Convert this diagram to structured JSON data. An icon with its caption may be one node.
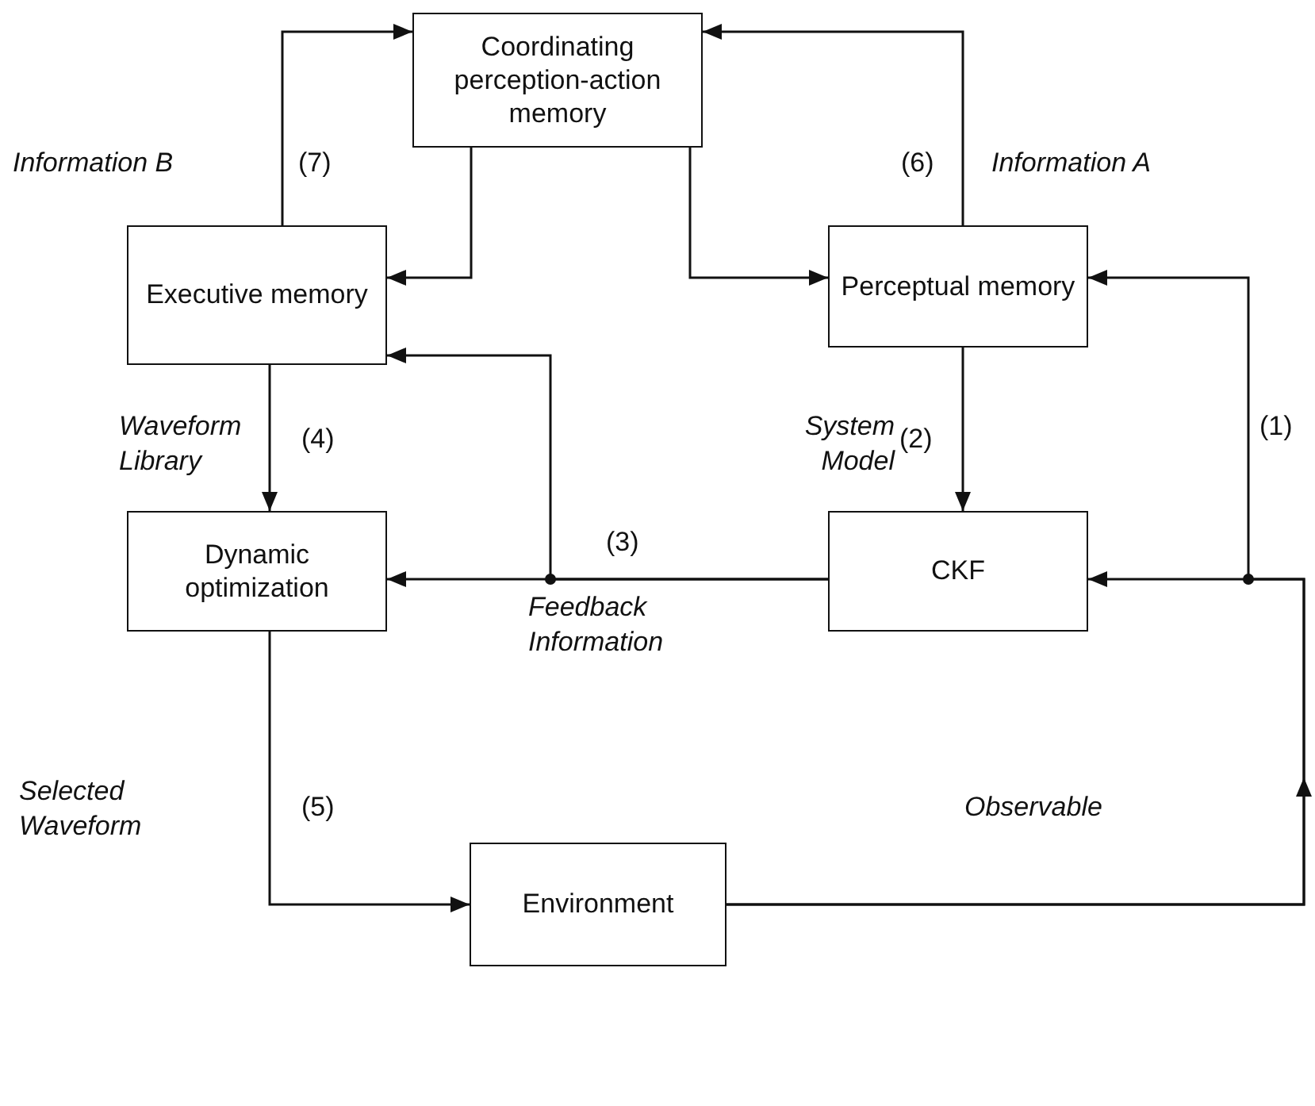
{
  "diagram": {
    "nodes": [
      {
        "text": [
          "Coordinating perception-action memory"
        ]
      },
      {
        "text": [
          "Executive memory"
        ]
      },
      {
        "text": [
          "Perceptual memory"
        ]
      },
      {
        "text": [
          "Dynamic optimization"
        ]
      },
      {
        "text": [
          "CKF"
        ]
      },
      {
        "text": [
          "Environment"
        ]
      }
    ],
    "edges": [
      {
        "from": 1,
        "to": 0,
        "arrow": "to",
        "label": "Information B"
      },
      {
        "from": 2,
        "to": 0,
        "arrow": "to",
        "label": "Information A"
      },
      {
        "from": 0,
        "to": 1,
        "arrow": "to"
      },
      {
        "from": 0,
        "to": 2,
        "arrow": "to"
      },
      {
        "from": 2,
        "to": 4,
        "arrow": "to",
        "label": "System Model"
      },
      {
        "from": 1,
        "to": 3,
        "arrow": "to",
        "label": "Waveform Library"
      },
      {
        "from": 4,
        "to": 3,
        "arrow": "to",
        "label": "Feedback Information"
      },
      {
        "from": 4,
        "to": 1,
        "arrow": "to"
      },
      {
        "from": 3,
        "to": 5,
        "arrow": "to",
        "label": "Selected Waveform"
      },
      {
        "from": 5,
        "to": 4,
        "arrow": "to",
        "label": "Observable"
      },
      {
        "from": 5,
        "to": 2,
        "arrow": "to",
        "label": "(1)"
      }
    ],
    "labels": [
      "(7)",
      "(6)",
      "(4)",
      "(2)",
      "(3)",
      "(5)"
    ]
  }
}
